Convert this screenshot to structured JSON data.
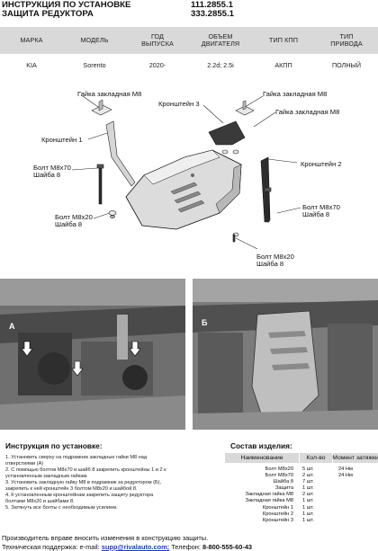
{
  "header": {
    "title_line1": "ИНСТРУКЦИЯ ПО УСТАНОВКЕ",
    "title_line2": "ЗАЩИТА РЕДУКТОРА",
    "code_line1": "111.2855.1",
    "code_line2": "333.2855.1"
  },
  "spec": {
    "headers": [
      [
        "МАРКА",
        ""
      ],
      [
        "МОДЕЛЬ",
        ""
      ],
      [
        "ГОД",
        "ВЫПУСКА"
      ],
      [
        "ОБЪЕМ",
        "ДВИГАТЕЛЯ"
      ],
      [
        "ТИП КПП",
        ""
      ],
      [
        "ТИП",
        "ПРИВОДА"
      ]
    ],
    "values": [
      "KIA",
      "Sorento",
      "2020-",
      "2.2d; 2.5i",
      "АКПП",
      "ПОЛНЫЙ"
    ]
  },
  "diagram_labels": {
    "nut_left": "Гайка закладная М8",
    "nut_right_top": "Гайка закладная М8",
    "nut_right_bottom": "Гайка закладная М8",
    "bracket3": "Кронштейн 3",
    "bracket1": "Кронштейн 1",
    "bracket2": "Кронштейн 2",
    "bolt70_left_1": "Болт М8х70",
    "bolt70_left_2": "Шайба 8",
    "bolt20_left_1": "Болт М8х20",
    "bolt20_left_2": "Шайба 8",
    "bolt70_right_1": "Болт М8х70",
    "bolt70_right_2": "Шайба 8",
    "bolt20_right_1": "Болт М8х20",
    "bolt20_right_2": "Шайба 8"
  },
  "instructions": {
    "title": "Инструкция по установке:",
    "steps": [
      "1. Установить сверху на подрамник закладные гайки М8 над",
      "отверстиями (А)",
      "2. С помощью болтов М8х70 и шайб 8 закрепить кронштейны 1 и 2 к",
      "установленным закладным гайкам.",
      "3. Установить закладную гайку М8 в подрамник за редуктором (Б),",
      "закрепить к ней кронштейн 3 болтом М8х20 и шайбой 8.",
      "4. К установленным кронштейнам закрепить защиту редуктора",
      "болтами М8х20 и шайбами 8.",
      "5. Затянуть все болты с необходимым усилием."
    ]
  },
  "parts": {
    "title": "Состав изделия:",
    "headers": [
      "Наименование",
      "Кол-во",
      "Момент затяжки"
    ],
    "rows": [
      {
        "name": "Болт М8х20",
        "qty": "5 шт.",
        "torque": "24 Нм"
      },
      {
        "name": "Болт М8х70",
        "qty": "2 шт.",
        "torque": "24 Нм"
      },
      {
        "name": "Шайба 8",
        "qty": "7 шт.",
        "torque": ""
      },
      {
        "name": "Защита",
        "qty": "1 шт.",
        "torque": ""
      },
      {
        "name": "Закладная гайка М8",
        "qty": "2 шт.",
        "torque": ""
      },
      {
        "name": "Закладная гайка М8",
        "qty": "1 шт.",
        "torque": ""
      },
      {
        "name": "Кронштейн 1",
        "qty": "1 шт.",
        "torque": ""
      },
      {
        "name": "Кронштейн 2",
        "qty": "1 шт.",
        "torque": ""
      },
      {
        "name": "Кронштейн 3",
        "qty": "1 шт.",
        "torque": ""
      }
    ]
  },
  "footer": {
    "line1": "Производитель вправе вносить изменения в конструкцию защиты.",
    "support_label": "Техническая поддержка:  e-mail: ",
    "email": "supp@rivalauto.com;",
    "phone_label": " Телефон: ",
    "phone": "8-800-555-60-43"
  },
  "photo_markers": [
    "А",
    "Б"
  ]
}
